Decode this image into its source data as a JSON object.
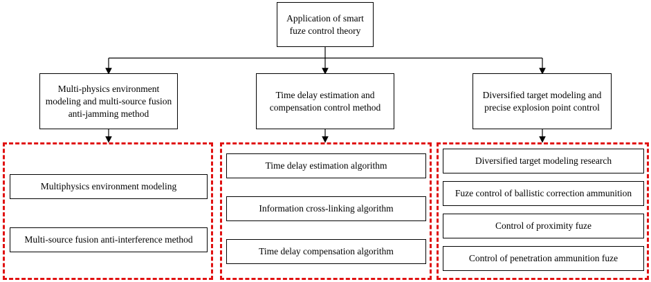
{
  "root": {
    "label": "Application of smart\nfuze control theory"
  },
  "branches": [
    {
      "label": "Multi-physics environment\nmodeling and multi-source fusion\nanti-jamming method",
      "items": [
        "Multiphysics environment modeling",
        "Multi-source fusion anti-interference method"
      ]
    },
    {
      "label": "Time delay estimation and\ncompensation control method",
      "items": [
        "Time delay estimation algorithm",
        "Information cross-linking algorithm",
        "Time delay compensation algorithm"
      ]
    },
    {
      "label": "Diversified target modeling and\nprecise explosion point control",
      "items": [
        "Diversified target modeling research",
        "Fuze control of ballistic correction ammunition",
        "Control of proximity fuze",
        "Control of penetration ammunition fuze"
      ]
    }
  ],
  "colors": {
    "group_border": "#e01010",
    "box_border": "#000000",
    "line": "#000000"
  }
}
